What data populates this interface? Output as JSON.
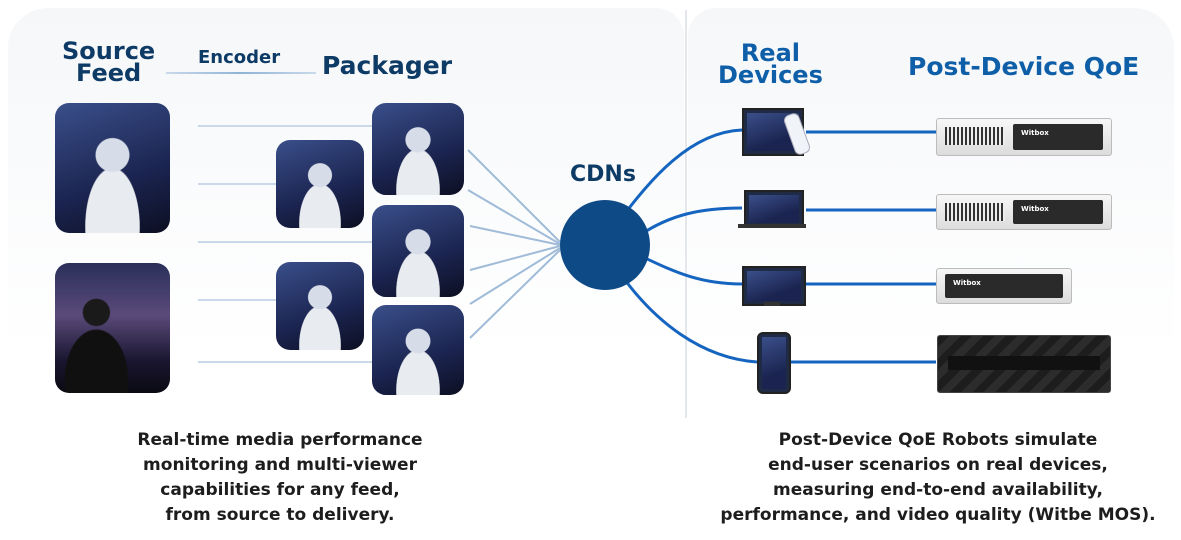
{
  "left": {
    "source_feed": [
      "Source",
      "Feed"
    ],
    "encoder": "Encoder",
    "packager": "Packager",
    "caption": [
      "Real-time media performance",
      "monitoring and multi-viewer",
      "capabilities for any feed,",
      "from source to delivery."
    ]
  },
  "cdn": {
    "label": "CDNs"
  },
  "right": {
    "real_devices": [
      "Real",
      "Devices"
    ],
    "post_device": "Post-Device QoE",
    "brands": [
      "Witbox",
      "Witbox",
      "Witbox"
    ],
    "caption": [
      "Post-Device QoE Robots simulate",
      "end-user scenarios on real devices,",
      "measuring end-to-end availability,",
      "performance, and video quality (Witbe MOS)."
    ]
  },
  "colors": {
    "accent": "#0e5ea8",
    "dark_blue": "#0d3b66",
    "line_blue": "#1565c0"
  }
}
